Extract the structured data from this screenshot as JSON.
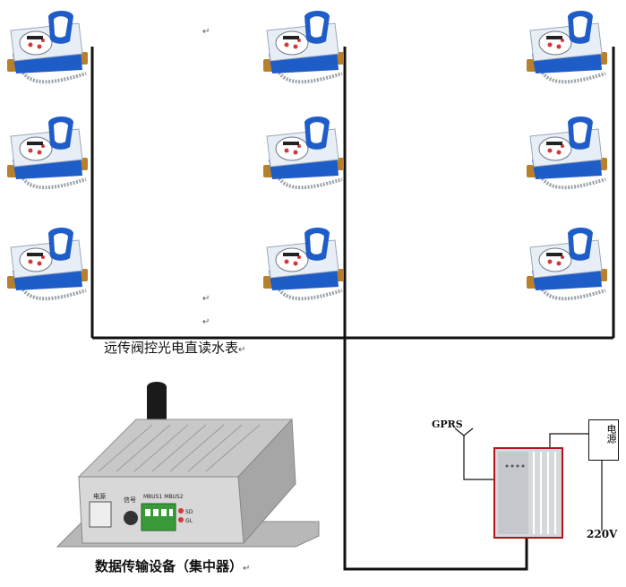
{
  "captions": {
    "meters": "远传阀控光电直读水表",
    "concentrator": "数据传输设备（集中器）"
  },
  "labels": {
    "gprs": "GPRS",
    "power": "电源",
    "voltage": "220V",
    "return_mark": "↵"
  },
  "concentrator_panel": {
    "left_label": "电源",
    "mid_label": "信号",
    "bus_label": "MBUS1 MBUS2",
    "right_top": "SD",
    "right_bottom": "GL"
  },
  "colors": {
    "meter_blue": "#1e5cc8",
    "meter_body": "#e8eef6",
    "brass": "#b8802a",
    "wire": "#111111",
    "module_border": "#b5121b",
    "terminal_green": "#3a9a3a"
  },
  "meters": {
    "columns": [
      "left",
      "middle",
      "right"
    ],
    "per_column": 3
  }
}
